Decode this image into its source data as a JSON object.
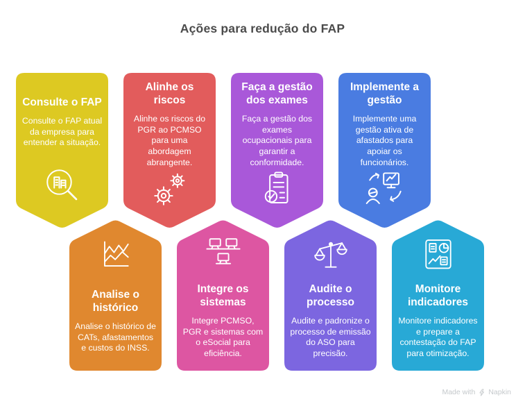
{
  "title": "Ações para redução do FAP",
  "cards_top": [
    {
      "title": "Consulte o FAP",
      "body": "Consulte o FAP atual da empresa para entender a situação.",
      "color": "#ddc922",
      "icon": "magnifier-document-icon"
    },
    {
      "title": "Alinhe os\nriscos",
      "body": "Alinhe os riscos do PGR ao PCMSO para uma abordagem abrangente.",
      "color": "#e25c5c",
      "icon": "gears-icon"
    },
    {
      "title": "Faça a gestão\ndos exames",
      "body": "Faça a gestão dos exames ocupacionais para garantir a conformidade.",
      "color": "#a958d9",
      "icon": "clipboard-check-icon"
    },
    {
      "title": "Implemente a\ngestão",
      "body": "Implemente uma gestão ativa de afastados para apoiar os funcionários.",
      "color": "#4a7ce1",
      "icon": "person-monitor-sync-icon"
    }
  ],
  "cards_bottom": [
    {
      "title": "Analise o\nhistórico",
      "body": "Analise o histórico de CATs, afastamentos e custos do INSS.",
      "color": "#e0882f",
      "icon": "line-chart-icon"
    },
    {
      "title": "Integre os\nsistemas",
      "body": "Integre PCMSO, PGR e sistemas com o eSocial para eficiência.",
      "color": "#dd56a2",
      "icon": "workstations-icon"
    },
    {
      "title": "Audite o\nprocesso",
      "body": "Audite e padronize o processo de emissão do ASO para precisão.",
      "color": "#7c66e0",
      "icon": "scales-icon"
    },
    {
      "title": "Monitore\nindicadores",
      "body": "Monitore indicadores e prepare a contestação do FAP para otimização.",
      "color": "#28a9d6",
      "icon": "dashboard-icon"
    }
  ],
  "footer": {
    "made_with": "Made with",
    "brand": "Napkin"
  }
}
